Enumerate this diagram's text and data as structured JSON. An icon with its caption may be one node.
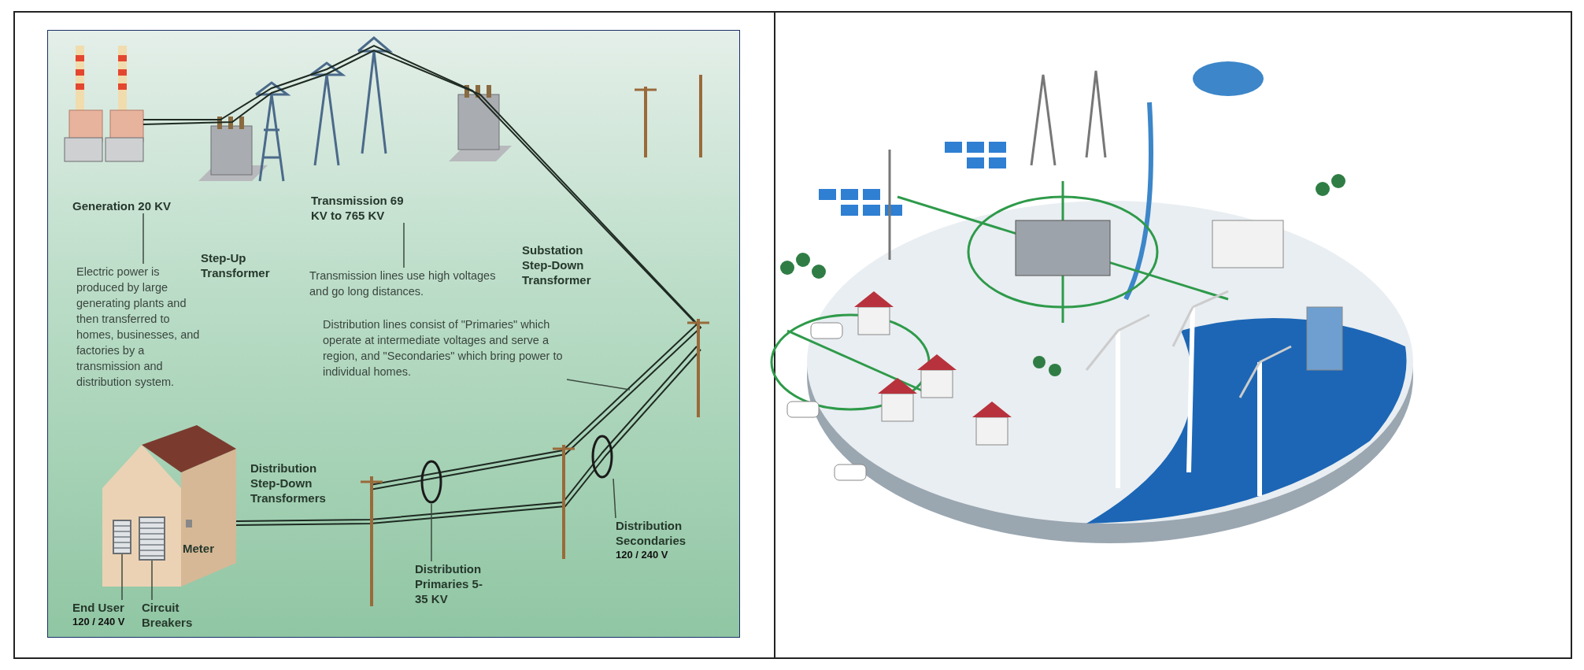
{
  "diagram": {
    "nodes": [
      {
        "text": [
          "Generation 20 KV"
        ]
      },
      {
        "text": [
          "Electric power is produced by large generating plants and then transferred to homes, businesses, and factories by a transmission and distribution system."
        ]
      },
      {
        "text": [
          "Transmission 69 KV to 765 KV"
        ]
      },
      {
        "text": [
          "Transmission lines use high voltages and go long distances."
        ]
      },
      {
        "text": [
          "Distribution lines consist of \"Primaries\" which operate at intermediate voltages and serve a region, and \"Secondaries\" which bring power to individual homes."
        ]
      },
      {
        "text": [],
        "shape": "ellipse"
      },
      {
        "text": [
          "Distribution Primaries 5-35 KV"
        ]
      },
      {
        "text": [],
        "shape": "ellipse"
      },
      {
        "text": [
          "Distribution Secondaries",
          "120 / 240 V"
        ]
      },
      {
        "text": [],
        "shape": "box"
      },
      {
        "text": [],
        "shape": "box"
      },
      {
        "text": [
          "End User",
          "120 / 240 V"
        ]
      },
      {
        "text": [
          "Circuit Breakers"
        ]
      }
    ],
    "edges": [
      {
        "from": 0,
        "to": 1,
        "arrow": "none"
      },
      {
        "from": 2,
        "to": 3,
        "arrow": "none"
      },
      {
        "from": 4,
        "to": null,
        "arrow": "none"
      },
      {
        "from": 6,
        "to": 5,
        "arrow": "none"
      },
      {
        "from": 8,
        "to": 7,
        "arrow": "none"
      },
      {
        "from": 11,
        "to": 9,
        "arrow": "none"
      },
      {
        "from": 12,
        "to": 10,
        "arrow": "none"
      }
    ],
    "labels": [
      "Step-Up Transformer",
      "Substation Step-Down Transformer",
      "Distribution Step-Down Transformers",
      "Meter"
    ]
  }
}
